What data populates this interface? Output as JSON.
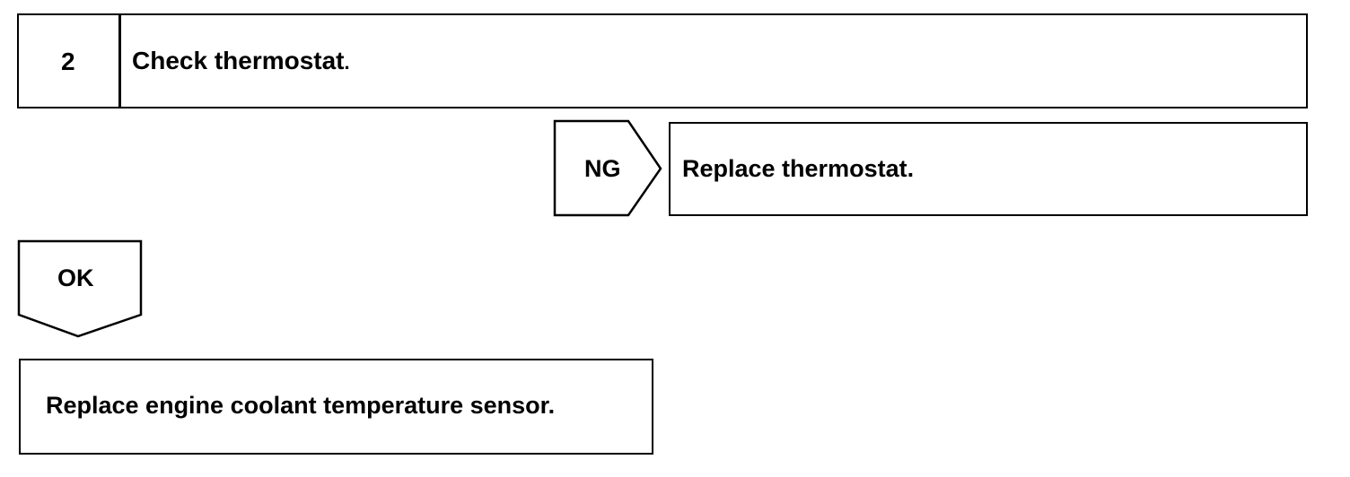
{
  "step": {
    "number": "2",
    "title": "Check thermostat",
    "title_suffix": "."
  },
  "ng_branch": {
    "label": "NG",
    "action": "Replace thermostat."
  },
  "ok_branch": {
    "label": "OK",
    "action": "Replace engine coolant temperature sensor."
  },
  "colors": {
    "line": "#000000",
    "background": "#ffffff"
  }
}
